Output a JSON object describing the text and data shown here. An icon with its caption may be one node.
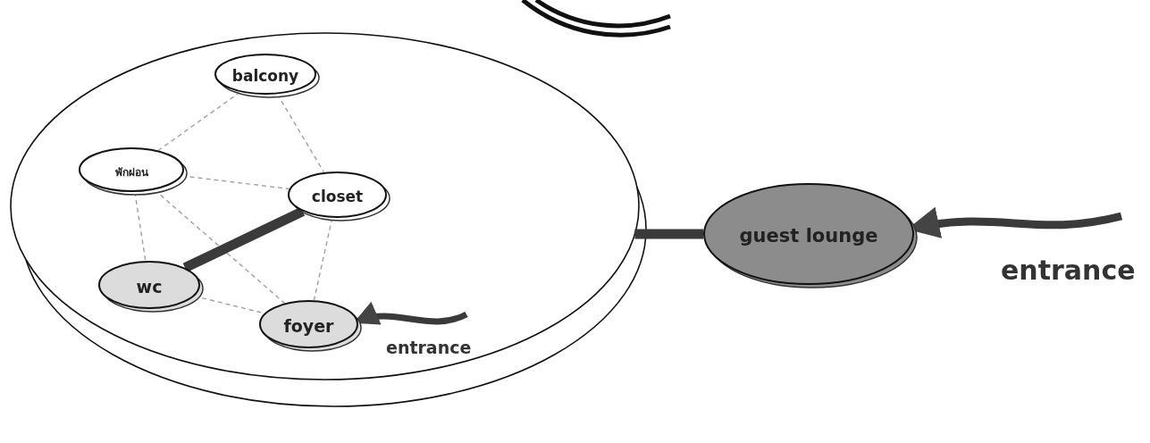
{
  "diagram": {
    "nodes": [
      {
        "text": [],
        "shape": "ellipse"
      },
      {
        "text": [
          "balcony"
        ],
        "in": 0
      },
      {
        "text": [
          "พักผ่อน"
        ],
        "in": 0
      },
      {
        "text": [
          "closet"
        ],
        "in": 0
      },
      {
        "text": [
          "wc"
        ],
        "in": 0
      },
      {
        "text": [
          "foyer"
        ],
        "in": 0
      },
      {
        "text": [
          "guest lounge"
        ]
      }
    ],
    "edges": [
      {
        "from": 1,
        "to": 2,
        "arrow": "none",
        "style": "dashed",
        "color": "#a0a0a0"
      },
      {
        "from": 1,
        "to": 3,
        "arrow": "none",
        "style": "dashed",
        "color": "#a0a0a0"
      },
      {
        "from": 2,
        "to": 3,
        "arrow": "none",
        "style": "dashed",
        "color": "#a0a0a0"
      },
      {
        "from": 2,
        "to": 4,
        "arrow": "none",
        "style": "dashed",
        "color": "#a0a0a0"
      },
      {
        "from": 2,
        "to": 5,
        "arrow": "none",
        "style": "dashed",
        "color": "#a0a0a0"
      },
      {
        "from": 3,
        "to": 5,
        "arrow": "none",
        "style": "dashed",
        "color": "#a0a0a0"
      },
      {
        "from": 4,
        "to": 5,
        "arrow": "none",
        "style": "dashed",
        "color": "#a0a0a0"
      },
      {
        "from": 4,
        "to": 3,
        "arrow": "none",
        "style": "thick",
        "color": "#3a3a3a"
      },
      {
        "from": 0,
        "to": 6,
        "arrow": "none",
        "style": "thick",
        "color": "#3a3a3a"
      },
      {
        "from": null,
        "to": 5,
        "arrow": "to",
        "style": "thick",
        "color": "#3a3a3a"
      },
      {
        "from": null,
        "to": 6,
        "arrow": "to",
        "style": "thick",
        "color": "#3a3a3a"
      }
    ],
    "labels": [
      "entrance",
      "entrance"
    ]
  }
}
